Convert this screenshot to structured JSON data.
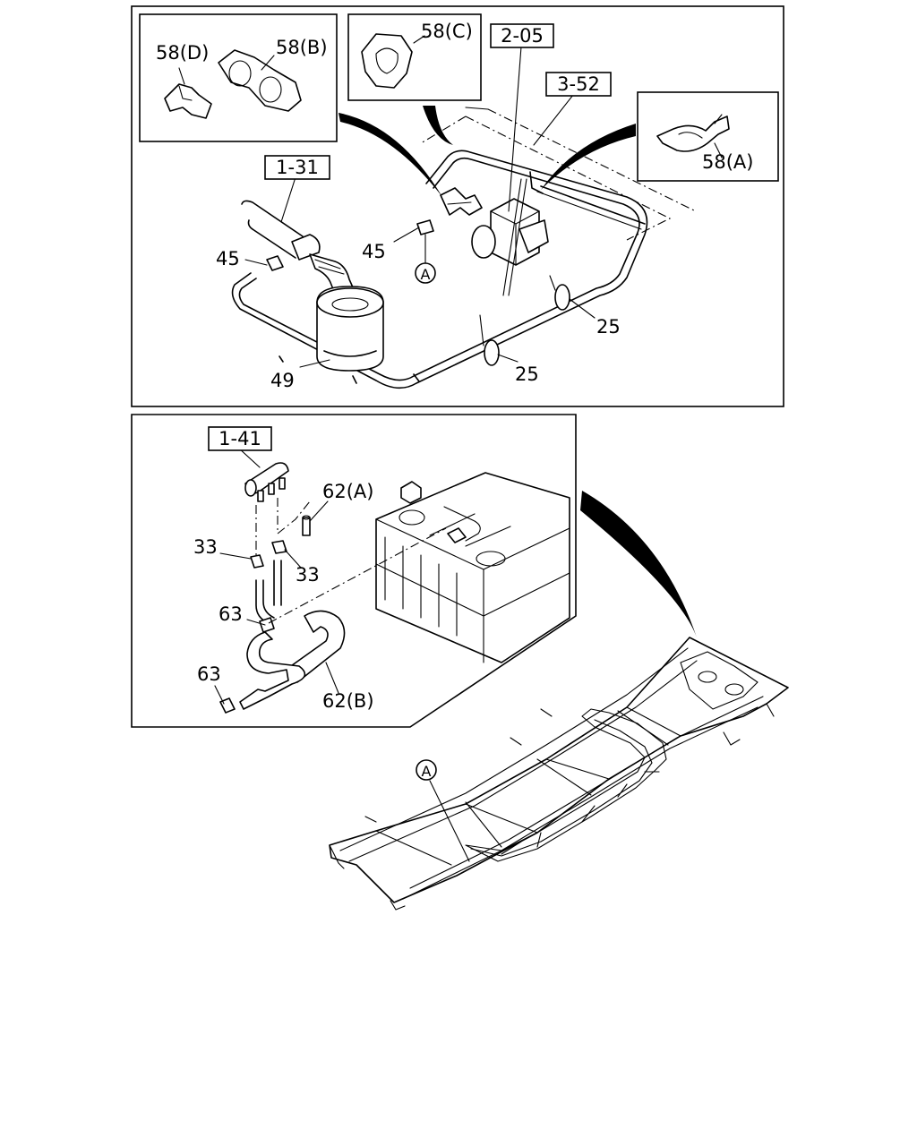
{
  "refs": {
    "r131": "1-31",
    "r205": "2-05",
    "r352": "3-52",
    "r141": "1-41"
  },
  "labels": {
    "l58d": "58(D)",
    "l58b": "58(B)",
    "l58c": "58(C)",
    "l58a": "58(A)",
    "l45a": "45",
    "l45b": "45",
    "l49": "49",
    "l25a": "25",
    "l25b": "25",
    "l62a": "62(A)",
    "l62b": "62(B)",
    "l33a": "33",
    "l33b": "33",
    "l63a": "63",
    "l63b": "63"
  },
  "markers": {
    "m1": "A",
    "m2": "A"
  }
}
